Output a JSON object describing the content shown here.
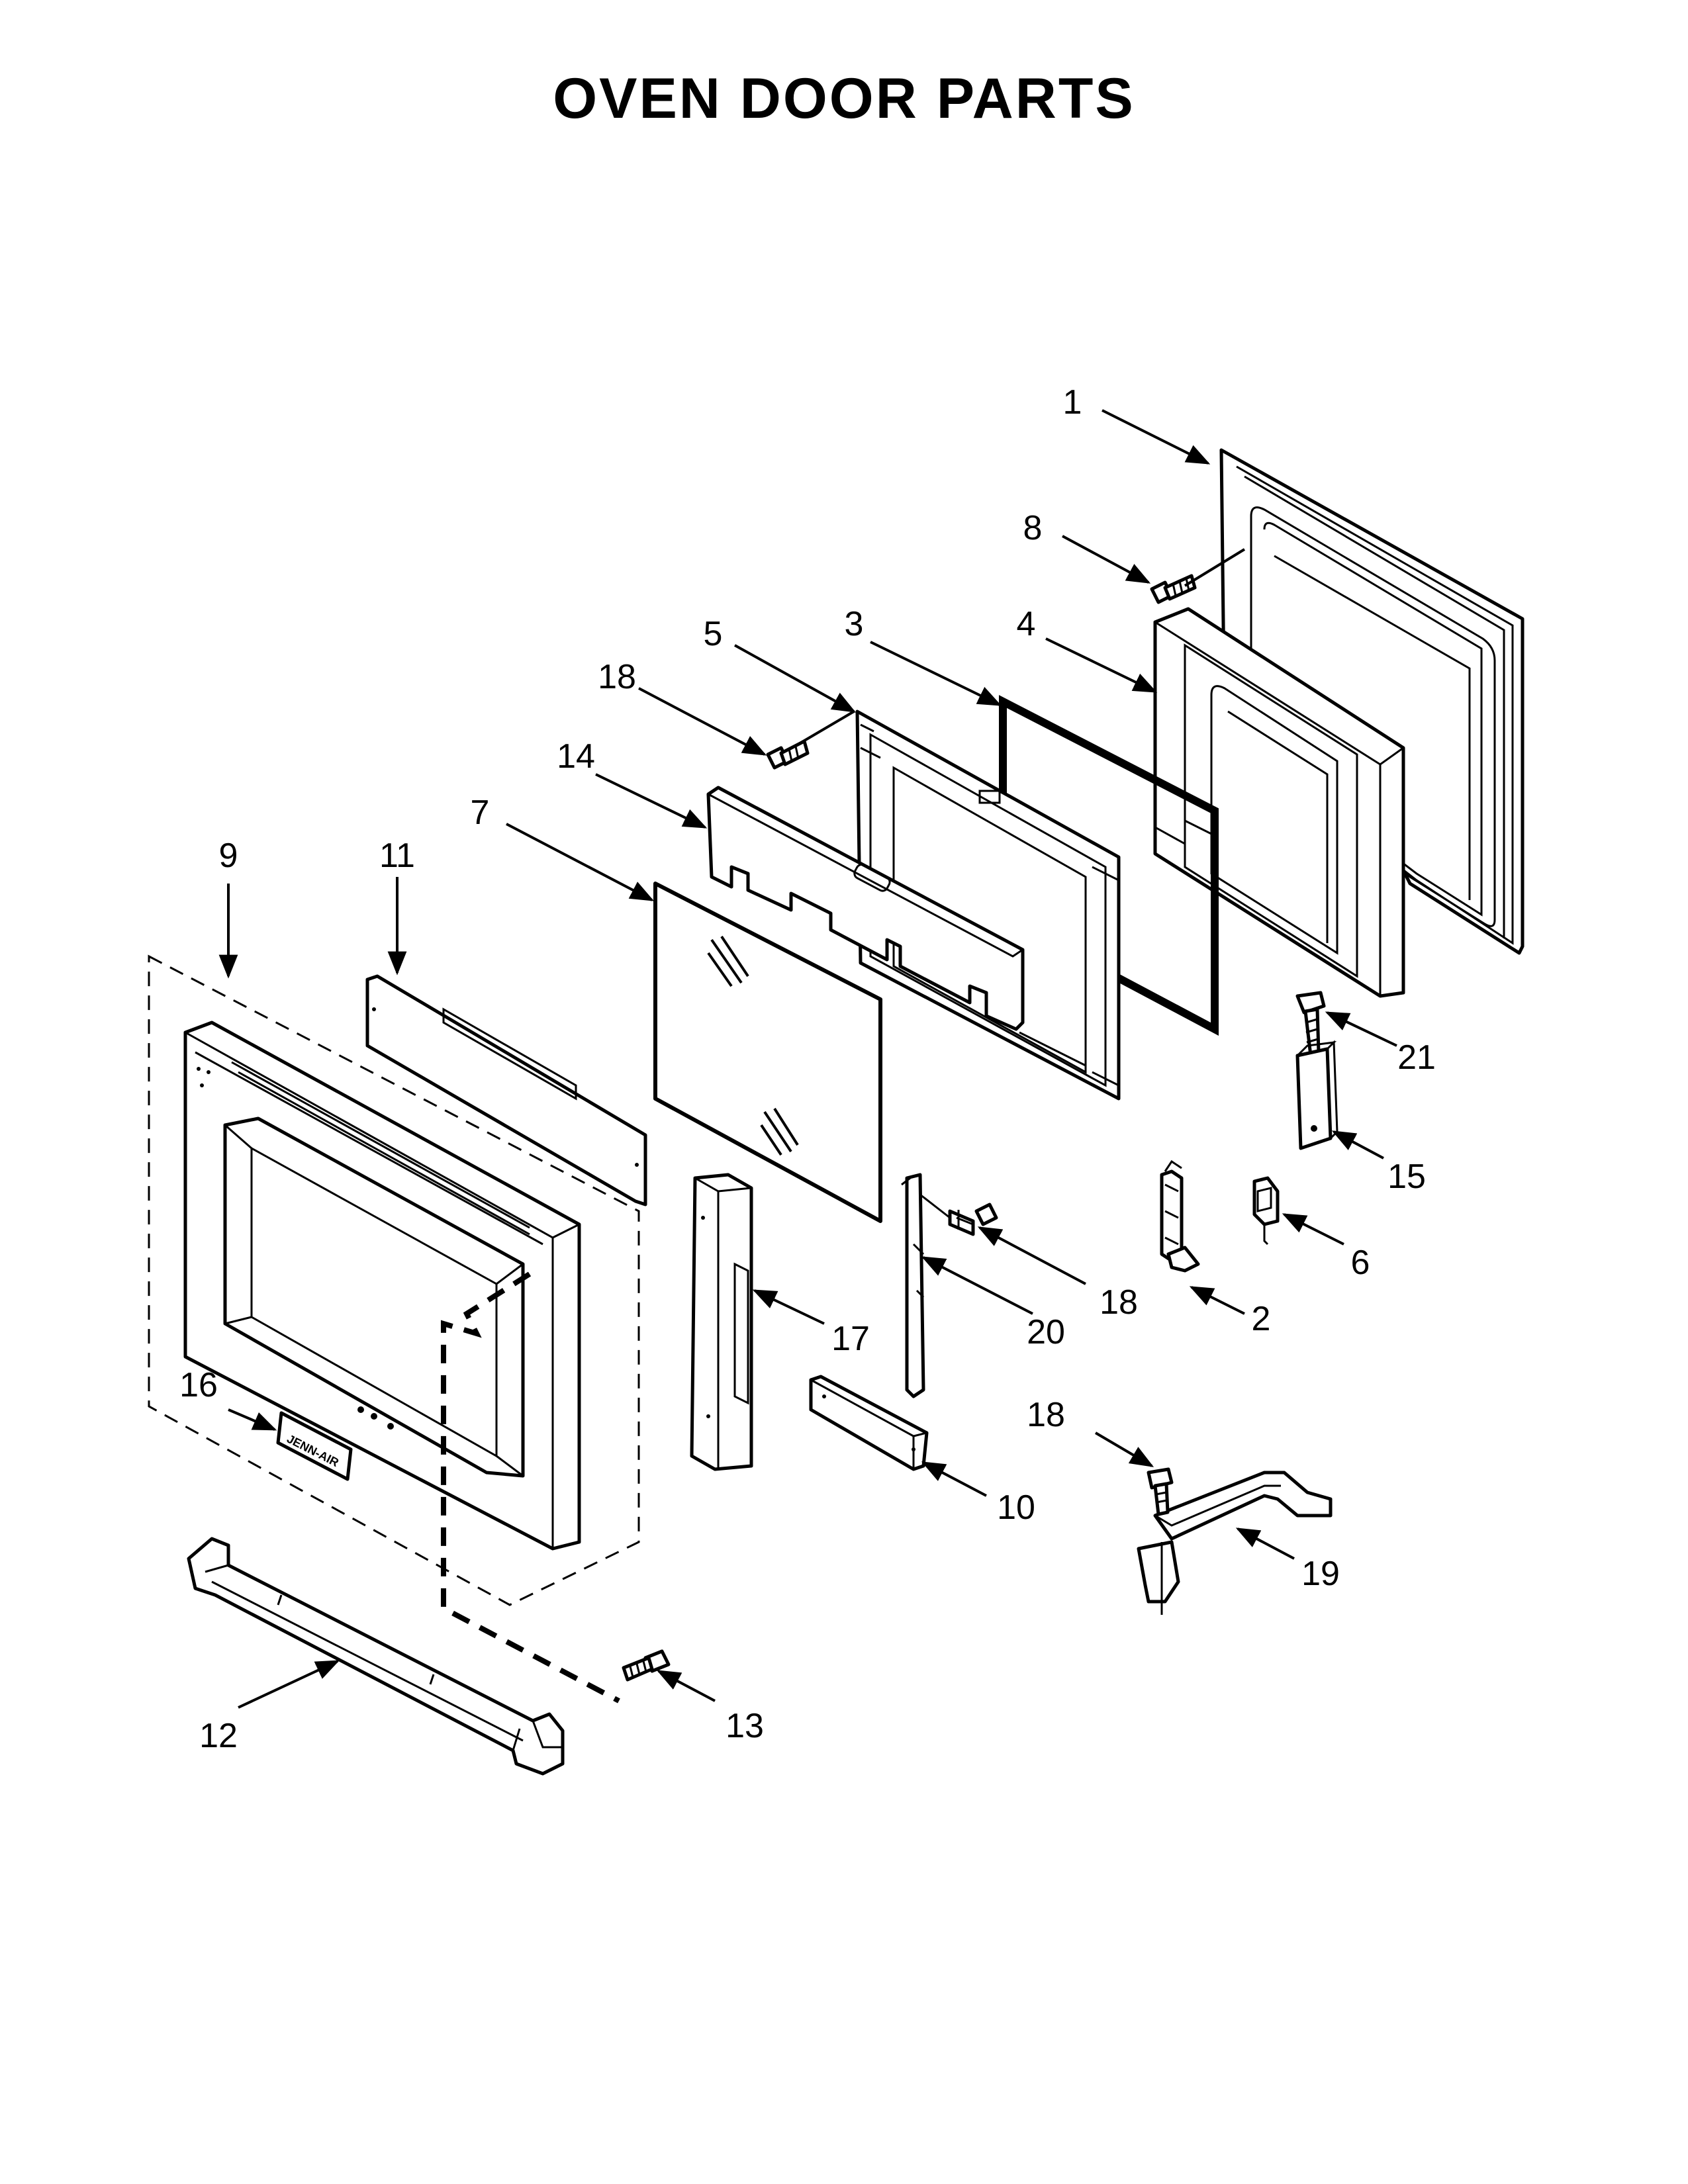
{
  "title": "OVEN DOOR PARTS",
  "callouts": [
    "1",
    "8",
    "5",
    "3",
    "4",
    "18",
    "14",
    "7",
    "9",
    "11",
    "21",
    "15",
    "6",
    "2",
    "18",
    "20",
    "17",
    "16",
    "10",
    "18",
    "19",
    "12",
    "13"
  ],
  "logo_text": "JENN-AIR"
}
